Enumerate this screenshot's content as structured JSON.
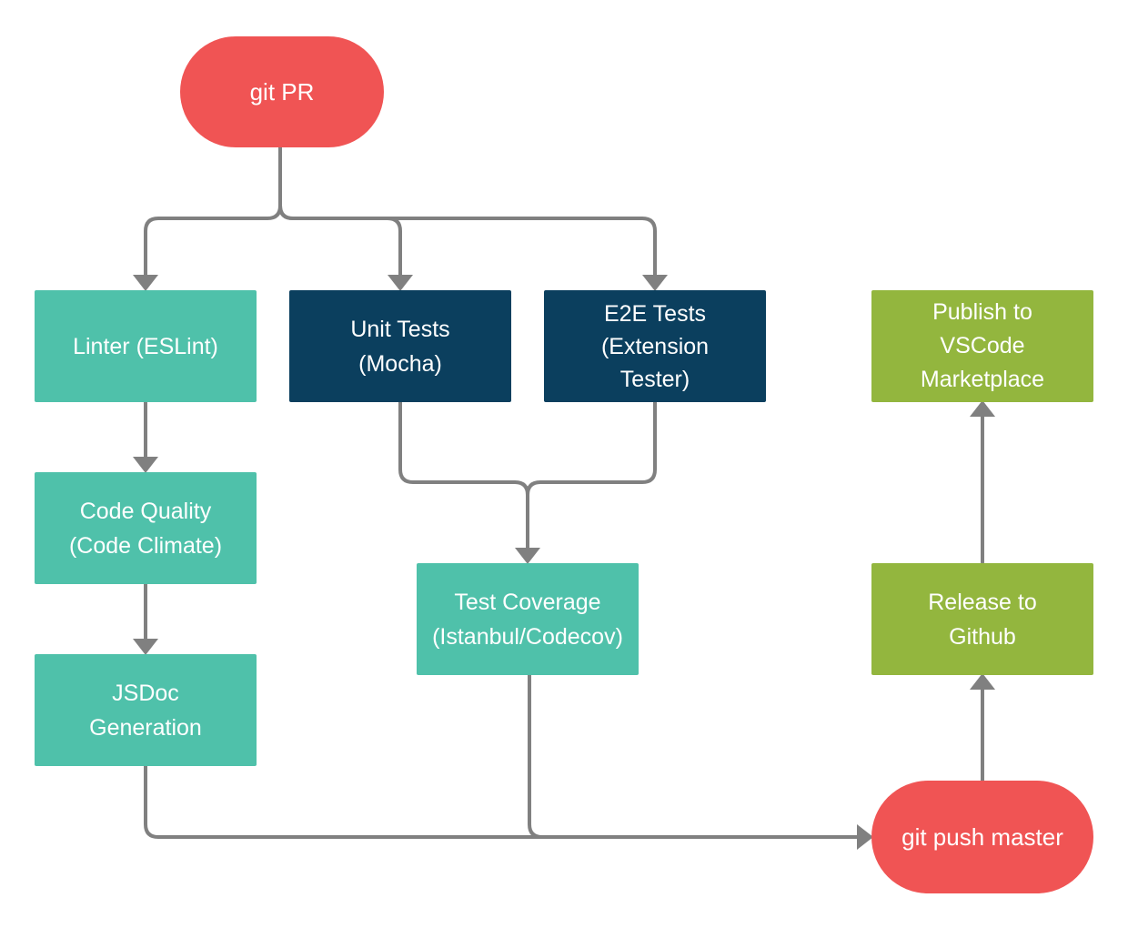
{
  "colors": {
    "terminal": "#f05454",
    "quality": "#4fc1aa",
    "tests": "#0b3f5e",
    "release": "#93b63e",
    "connector": "#808080"
  },
  "nodes": {
    "git_pr": "git PR",
    "linter": "Linter (ESLint)",
    "unit_tests": "Unit Tests\n(Mocha)",
    "e2e_tests": "E2E Tests\n(Extension\nTester)",
    "publish": "Publish to\nVSCode\nMarketplace",
    "code_quality": "Code Quality\n(Code Climate)",
    "test_coverage": "Test Coverage\n(Istanbul/Codecov)",
    "release": "Release to\nGithub",
    "jsdoc": "JSDoc\nGeneration",
    "git_push": "git push master"
  }
}
